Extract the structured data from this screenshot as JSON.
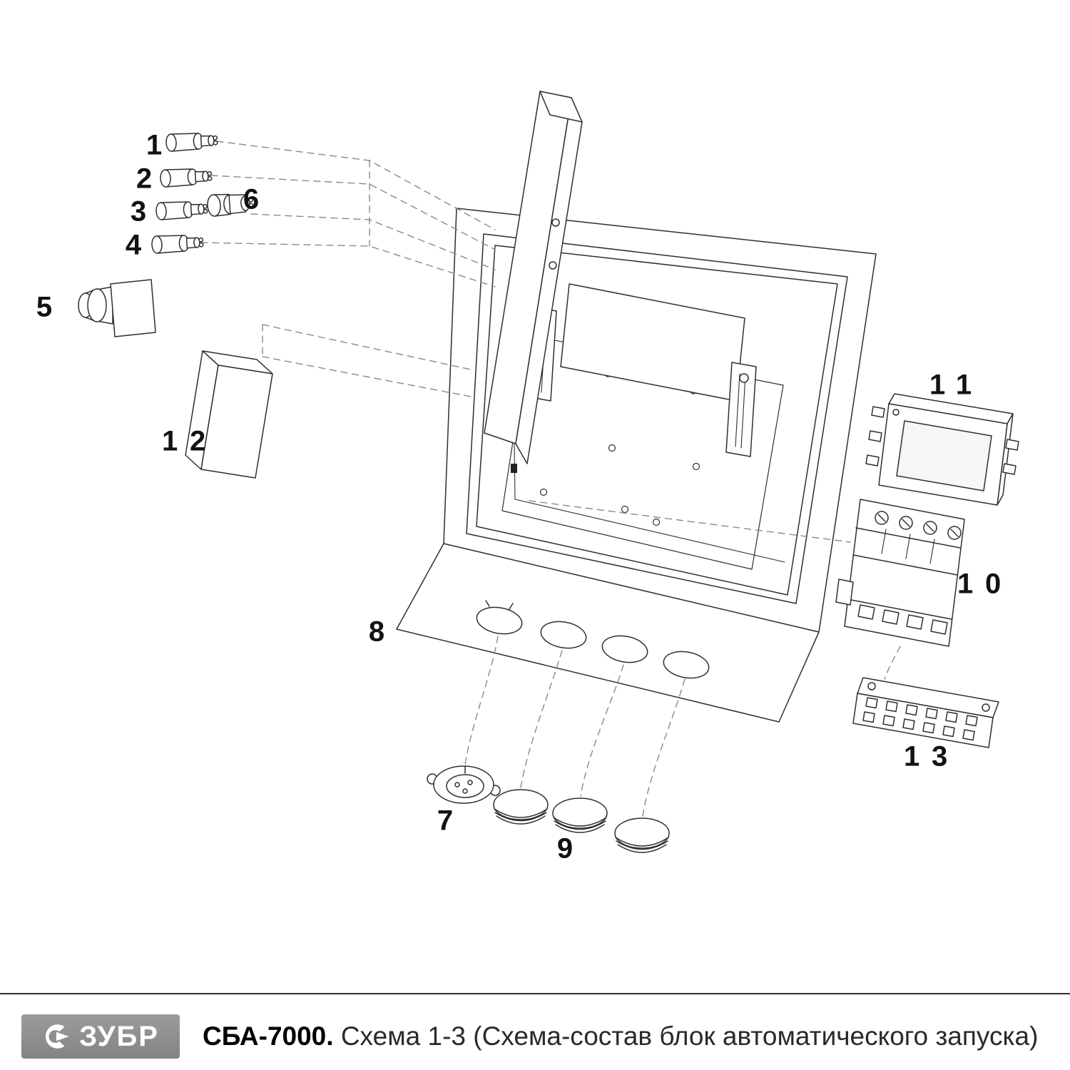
{
  "footer": {
    "brand": "ЗУБР",
    "model": "СБА-7000.",
    "subtitle": " Схема 1-3 (Схема-состав блок автоматического запуска)"
  },
  "parts": [
    {
      "label": "1"
    },
    {
      "label": "2"
    },
    {
      "label": "3"
    },
    {
      "label": "4"
    },
    {
      "label": "5"
    },
    {
      "label": "6"
    },
    {
      "label": "7"
    },
    {
      "label": "8"
    },
    {
      "label": "9"
    },
    {
      "label": "10"
    },
    {
      "label": "11"
    },
    {
      "label": "12"
    },
    {
      "label": "13"
    }
  ],
  "colors": {
    "line": "#2f2f2f",
    "dashed": "#8a8a8a",
    "label": "#121212",
    "logo_bg": "#8f8f8f"
  }
}
